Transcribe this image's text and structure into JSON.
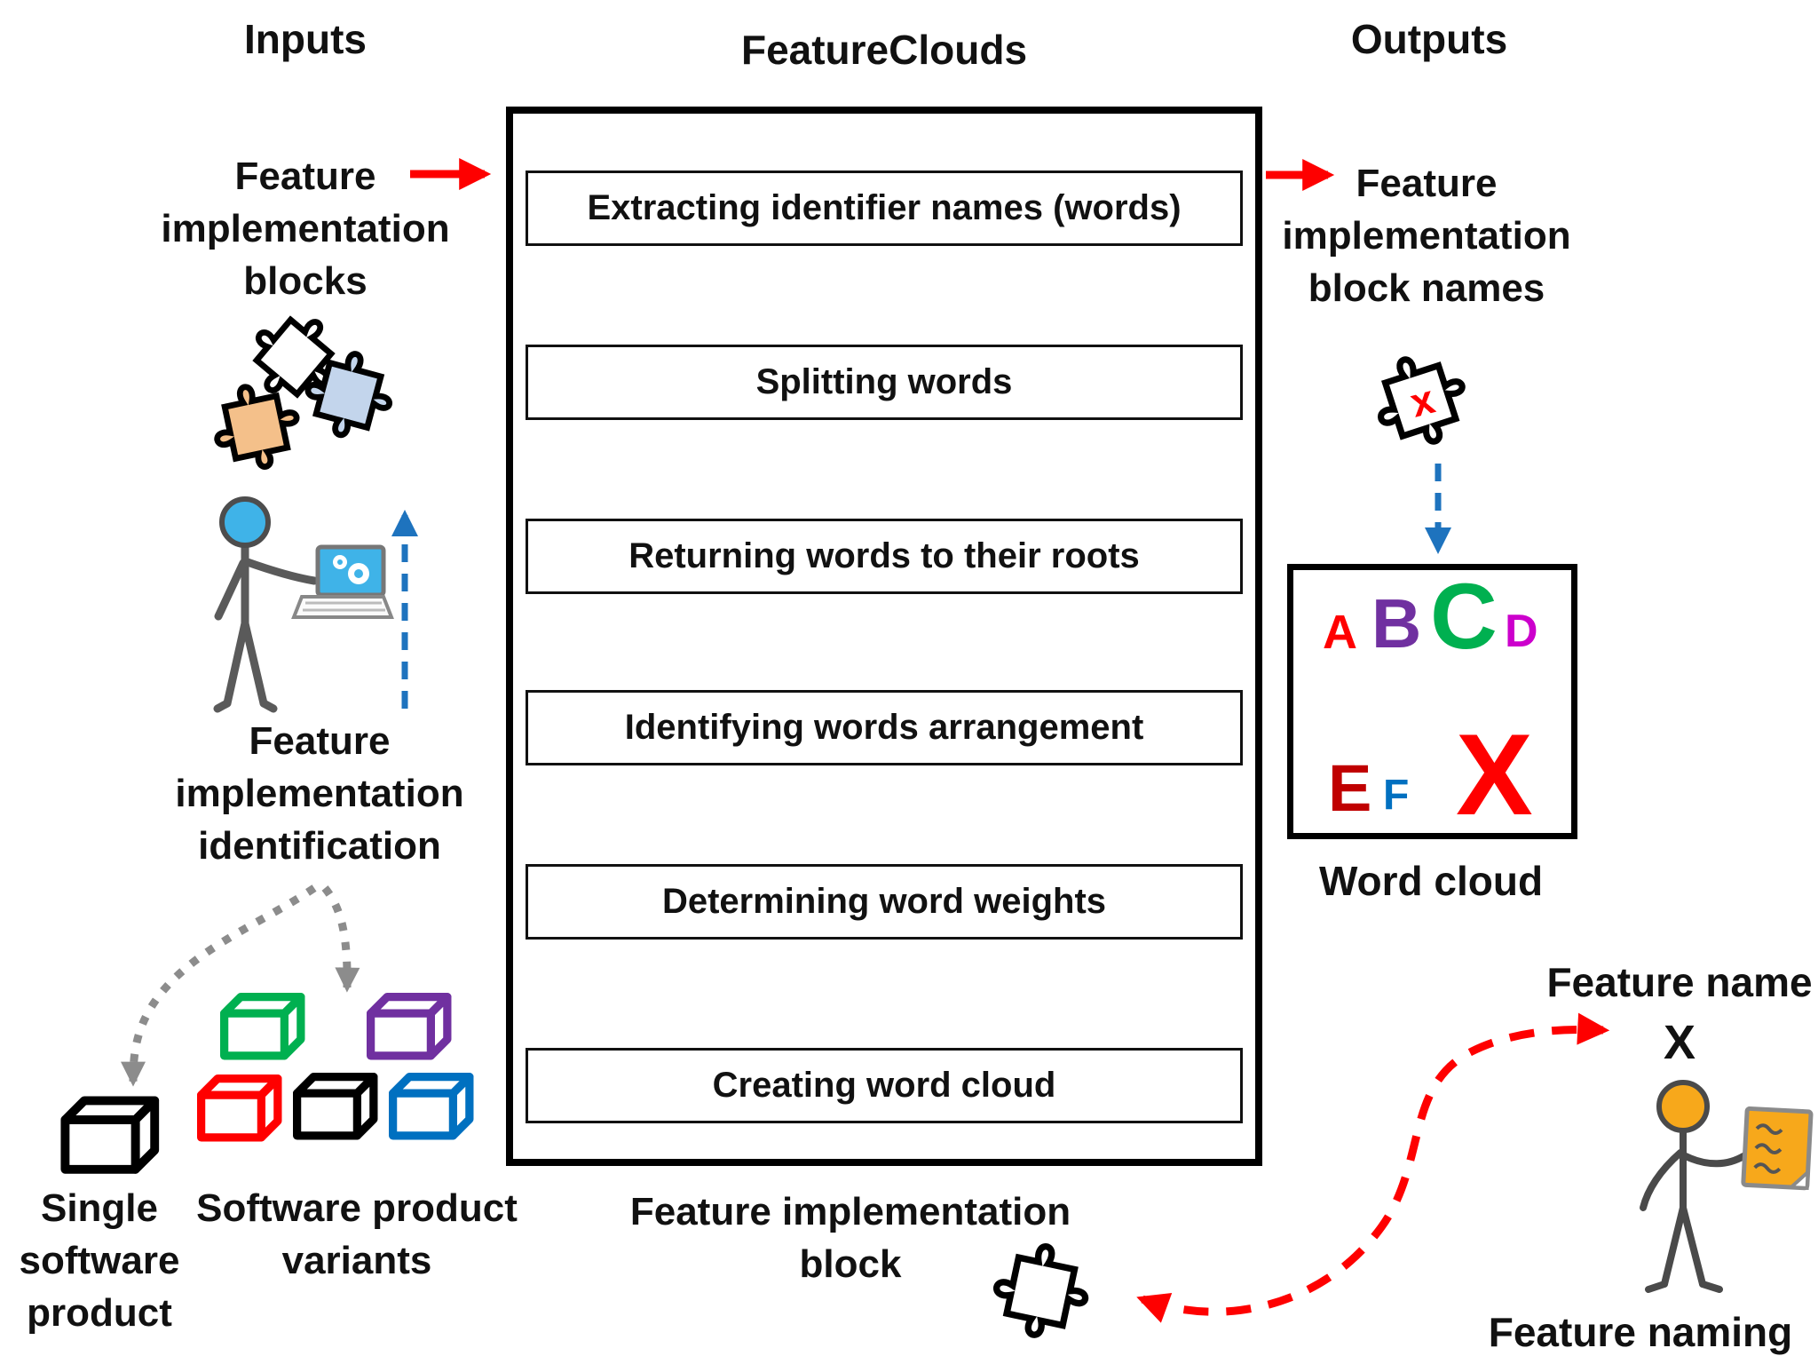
{
  "headers": {
    "inputs": "Inputs",
    "featureclouds": "FeatureClouds",
    "outputs": "Outputs"
  },
  "flow": {
    "steps": [
      "Extracting  identifier names (words)",
      "Splitting words",
      "Returning words to their roots",
      "Identifying words arrangement",
      "Determining word weights",
      "Creating word cloud"
    ],
    "caption": [
      "Feature implementation",
      "block"
    ]
  },
  "left": {
    "input_label": [
      "Feature",
      "implementation",
      "blocks"
    ],
    "identification_label": [
      "Feature",
      "implementation",
      "identification"
    ],
    "single_product_label": [
      "Single",
      "software",
      "product"
    ],
    "variants_label": [
      "Software product",
      "variants"
    ]
  },
  "right": {
    "output_label": [
      "Feature",
      "implementation",
      "block names"
    ],
    "block_mark": "x",
    "word_cloud_label": "Word cloud",
    "feature_name_label": "Feature name",
    "feature_name_value": "X",
    "feature_naming_label": "Feature naming"
  },
  "word_cloud": {
    "letters": [
      {
        "char": "A",
        "color": "#FF0000"
      },
      {
        "char": "B",
        "color": "#7030A0"
      },
      {
        "char": "C",
        "color": "#00B050"
      },
      {
        "char": "D",
        "color": "#CC00CC"
      },
      {
        "char": "E",
        "color": "#C00000"
      },
      {
        "char": "F",
        "color": "#0070C0"
      },
      {
        "char": "X",
        "color": "#FF0000"
      }
    ]
  },
  "cubes": {
    "single_color": "#000000",
    "variant_colors": [
      "#00B050",
      "#7030A0",
      "#FF0000",
      "#000000",
      "#0070C0"
    ]
  },
  "colors": {
    "red": "#FE0000",
    "blue": "#1E73BE",
    "gray": "#8C8C8C",
    "black": "#000000",
    "puzzle_orange": "#F4C08A",
    "puzzle_blue": "#C3D5EC",
    "head_blue": "#3FB3E8",
    "head_orange": "#F7A81B"
  }
}
